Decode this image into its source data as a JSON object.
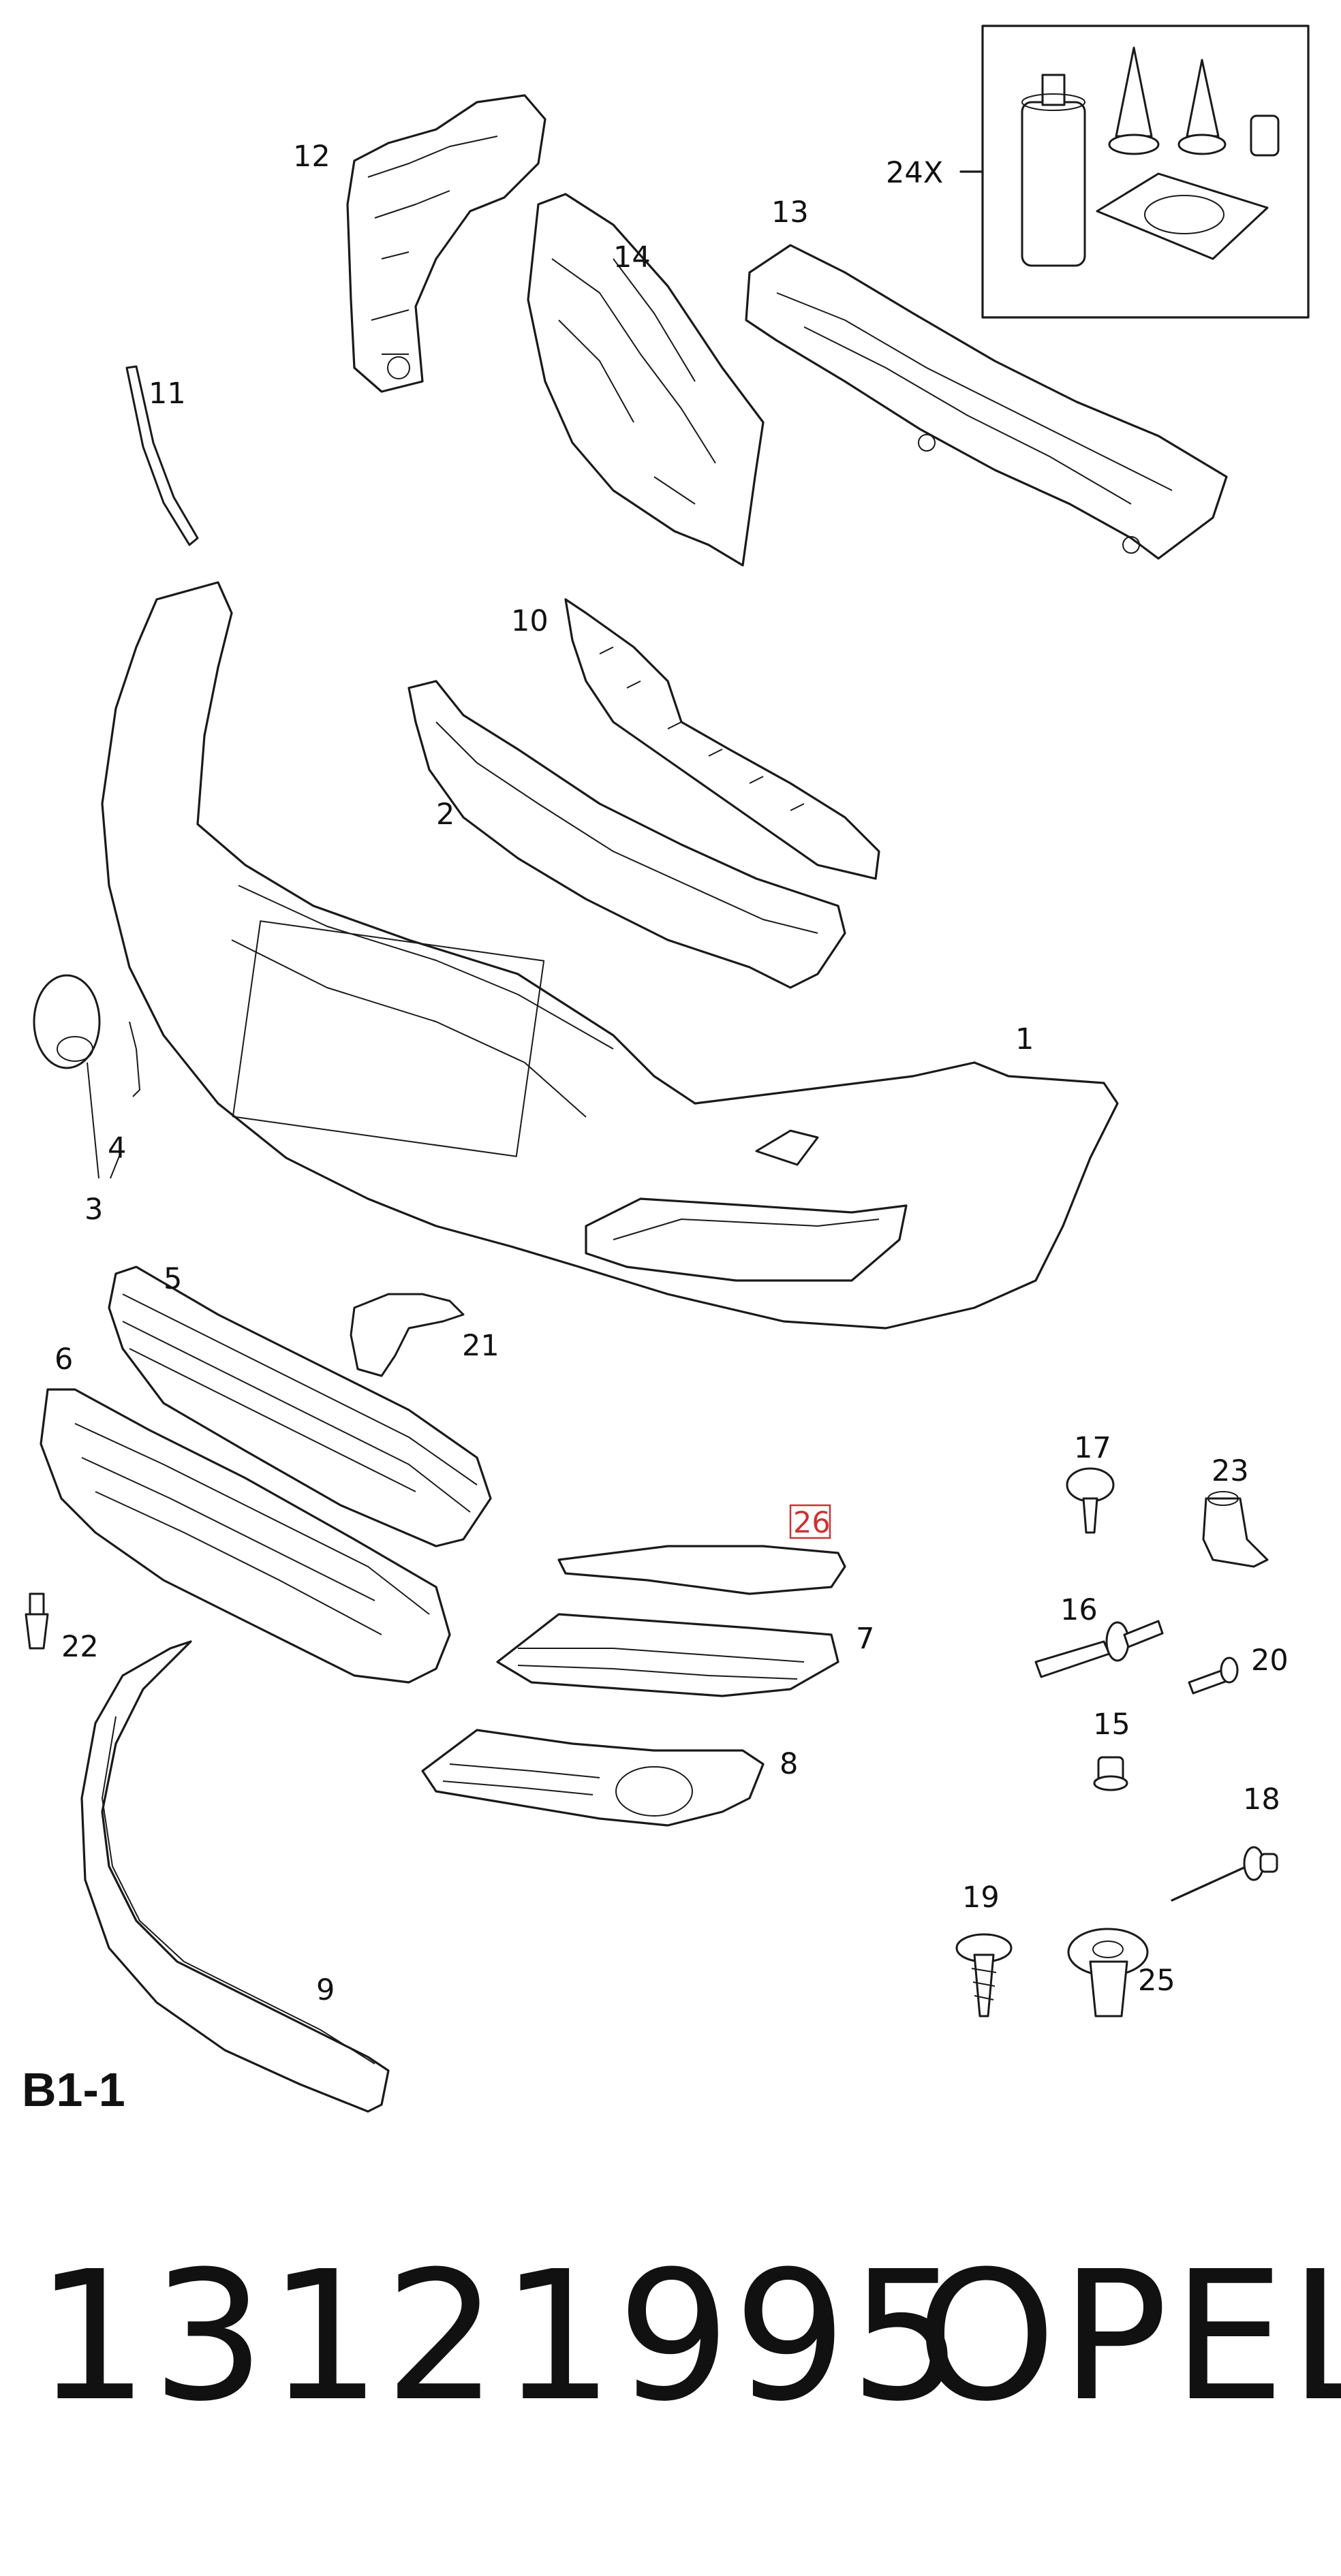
{
  "section_code": "B1-1",
  "part_number": "13121995",
  "brand": "OPEL",
  "highlighted_callout": "26",
  "highlight_color": "#cc3333",
  "callouts": {
    "c1": "1",
    "c2": "2",
    "c3": "3",
    "c4": "4",
    "c5": "5",
    "c6": "6",
    "c7": "7",
    "c8": "8",
    "c9": "9",
    "c10": "10",
    "c11": "11",
    "c12": "12",
    "c13": "13",
    "c14": "14",
    "c15": "15",
    "c16": "16",
    "c17": "17",
    "c18": "18",
    "c19": "19",
    "c20": "20",
    "c21": "21",
    "c22": "22",
    "c23": "23",
    "c24": "24X",
    "c25": "25",
    "c26": "26"
  }
}
